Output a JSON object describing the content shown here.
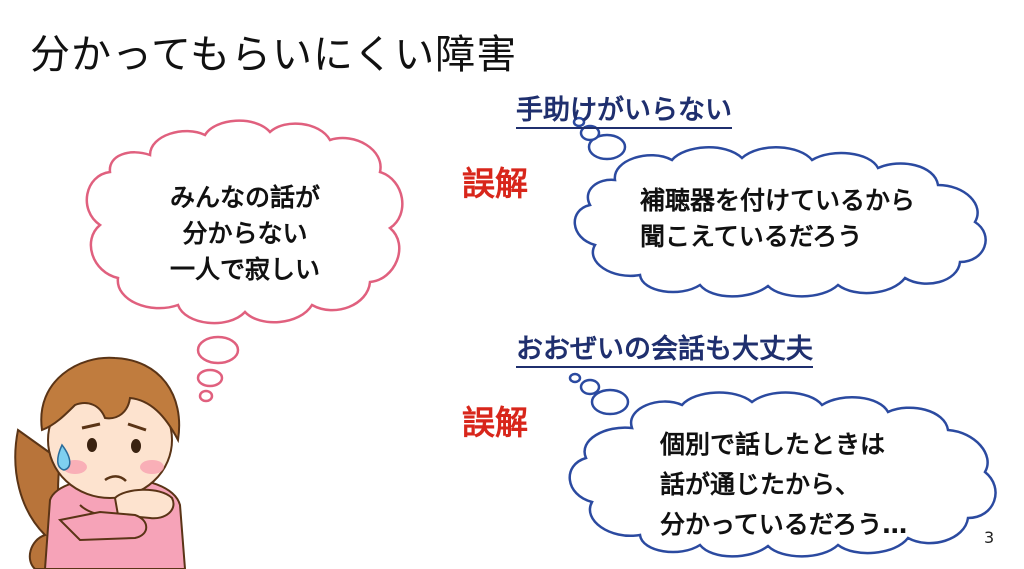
{
  "slide": {
    "title": "分かってもらいにくい障害",
    "page_number": "3",
    "left_cloud": {
      "lines": [
        "みんなの話が",
        "分からない",
        "一人で寂しい"
      ]
    },
    "sections": [
      {
        "heading": "手助けがいらない",
        "misconception_label": "誤解",
        "cloud_lines": [
          "補聴器を付けているから",
          "聞こえているだろう"
        ]
      },
      {
        "heading": "おおぜいの会話も大丈夫",
        "misconception_label": "誤解",
        "cloud_lines": [
          "個別で話したときは",
          "話が通じたから、",
          "分かっているだろう…"
        ]
      }
    ]
  },
  "colors": {
    "heading": "#1f2f6e",
    "misconception": "#d8261b",
    "cloud_stroke": "#2b4aa0",
    "left_cloud_stroke": "#e0607e"
  }
}
